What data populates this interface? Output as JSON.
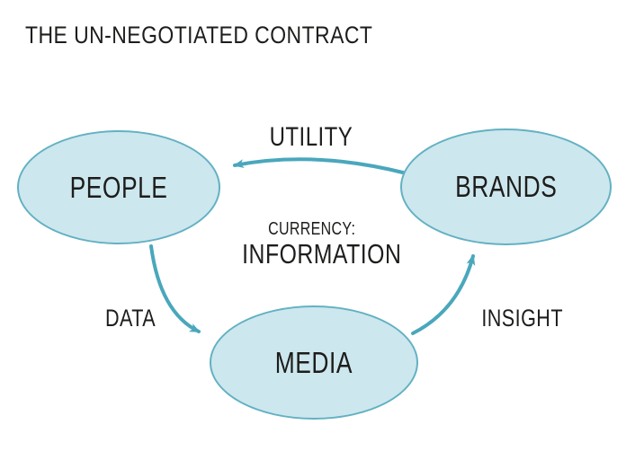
{
  "title": "THE UN-NEGOTIATED CONTRACT",
  "nodes": {
    "people": {
      "label": "PEOPLE"
    },
    "brands": {
      "label": "BRANDS"
    },
    "media": {
      "label": "MEDIA"
    }
  },
  "edges": {
    "utility": {
      "label": "UTILITY",
      "from": "BRANDS",
      "to": "PEOPLE"
    },
    "data": {
      "label": "DATA",
      "from": "PEOPLE",
      "to": "MEDIA"
    },
    "insight": {
      "label": "INSIGHT",
      "from": "MEDIA",
      "to": "BRANDS"
    }
  },
  "center_caption": {
    "line1": "CURRENCY:",
    "line2": "INFORMATION"
  },
  "colors": {
    "node_fill": "#cde7ee",
    "node_stroke": "#63b1c3",
    "arrow": "#4aa7bc",
    "text": "#1d1d1b",
    "background": "#ffffff"
  }
}
